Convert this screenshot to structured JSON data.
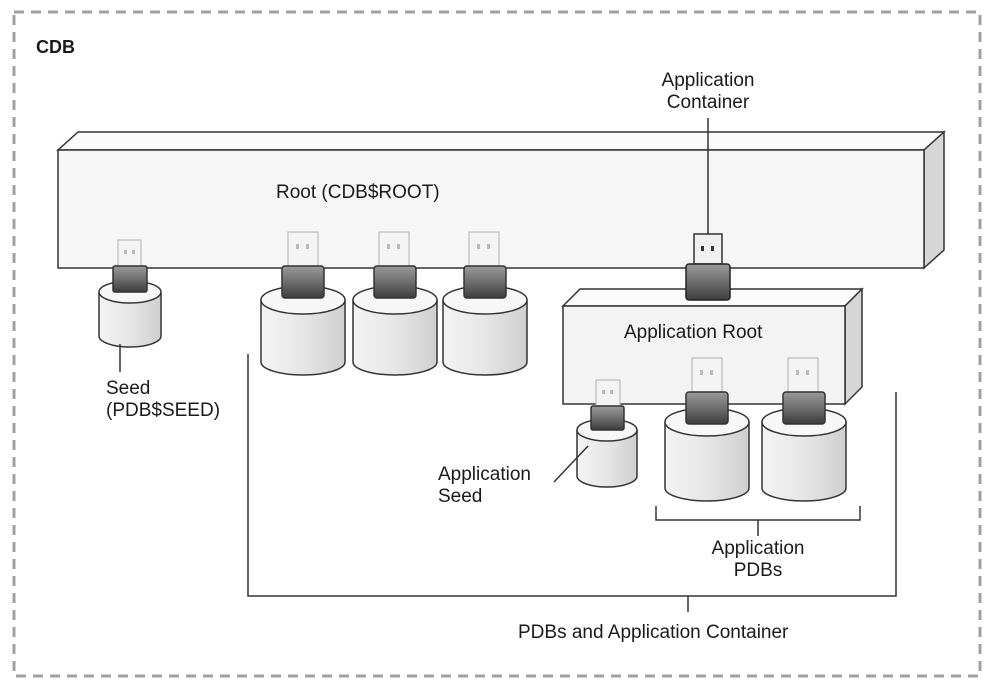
{
  "cdb_label": "CDB",
  "root_label": "Root (CDB$ROOT)",
  "app_container_label": "Application\nContainer",
  "app_root_label": "Application Root",
  "seed_label": "Seed\n(PDB$SEED)",
  "app_seed_label": "Application\nSeed",
  "app_pdbs_label": "Application\nPDBs",
  "pdbs_app_container_label": "PDBs and Application Container",
  "colors": {
    "line": "#333333",
    "face": "#f7f7f7",
    "side": "#d8d8d8",
    "cyl": "#ececec",
    "border": "#9a9a9a"
  }
}
